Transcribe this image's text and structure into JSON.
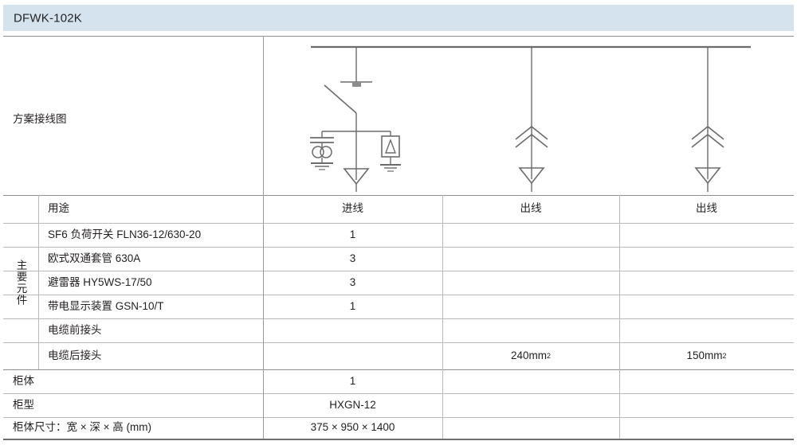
{
  "header": {
    "title": "DFWK-102K",
    "background": "#d5e3ef"
  },
  "scheme": {
    "label": "方案接线图"
  },
  "table": {
    "group_label": "主要元件",
    "columns": [
      "进线",
      "出线",
      "出线"
    ],
    "usage_row_label": "用途",
    "component_rows": [
      {
        "label": "SF6 负荷开关 FLN36-12/630-20",
        "values": [
          "1",
          "",
          ""
        ]
      },
      {
        "label": "欧式双通套管 630A",
        "values": [
          "3",
          "",
          ""
        ]
      },
      {
        "label": "避雷器 HY5WS-17/50",
        "values": [
          "3",
          "",
          ""
        ]
      },
      {
        "label": "带电显示装置 GSN-10/T",
        "values": [
          "1",
          "",
          ""
        ]
      },
      {
        "label": "电缆前接头",
        "values": [
          "",
          "",
          ""
        ]
      },
      {
        "label": "电缆后接头",
        "values": [
          "",
          "240mm2",
          "150mm2"
        ]
      }
    ],
    "summary_rows": [
      {
        "label": "柜体",
        "values": [
          "1",
          "",
          ""
        ]
      },
      {
        "label": "柜型",
        "values": [
          "HXGN-12",
          "",
          ""
        ]
      },
      {
        "label": "柜体尺寸：宽 × 深 × 高 (mm)",
        "values": [
          "375 × 950 × 1400",
          "",
          ""
        ]
      }
    ]
  },
  "diagram": {
    "busbar_name": "busbar",
    "branches": [
      {
        "name": "incoming-feeder",
        "type": "load-break-switch-with-vt-and-arrester"
      },
      {
        "name": "outgoing-feeder-1",
        "type": "cable-termination"
      },
      {
        "name": "outgoing-feeder-2",
        "type": "cable-termination"
      }
    ],
    "line_color": "#6b6b6b"
  }
}
